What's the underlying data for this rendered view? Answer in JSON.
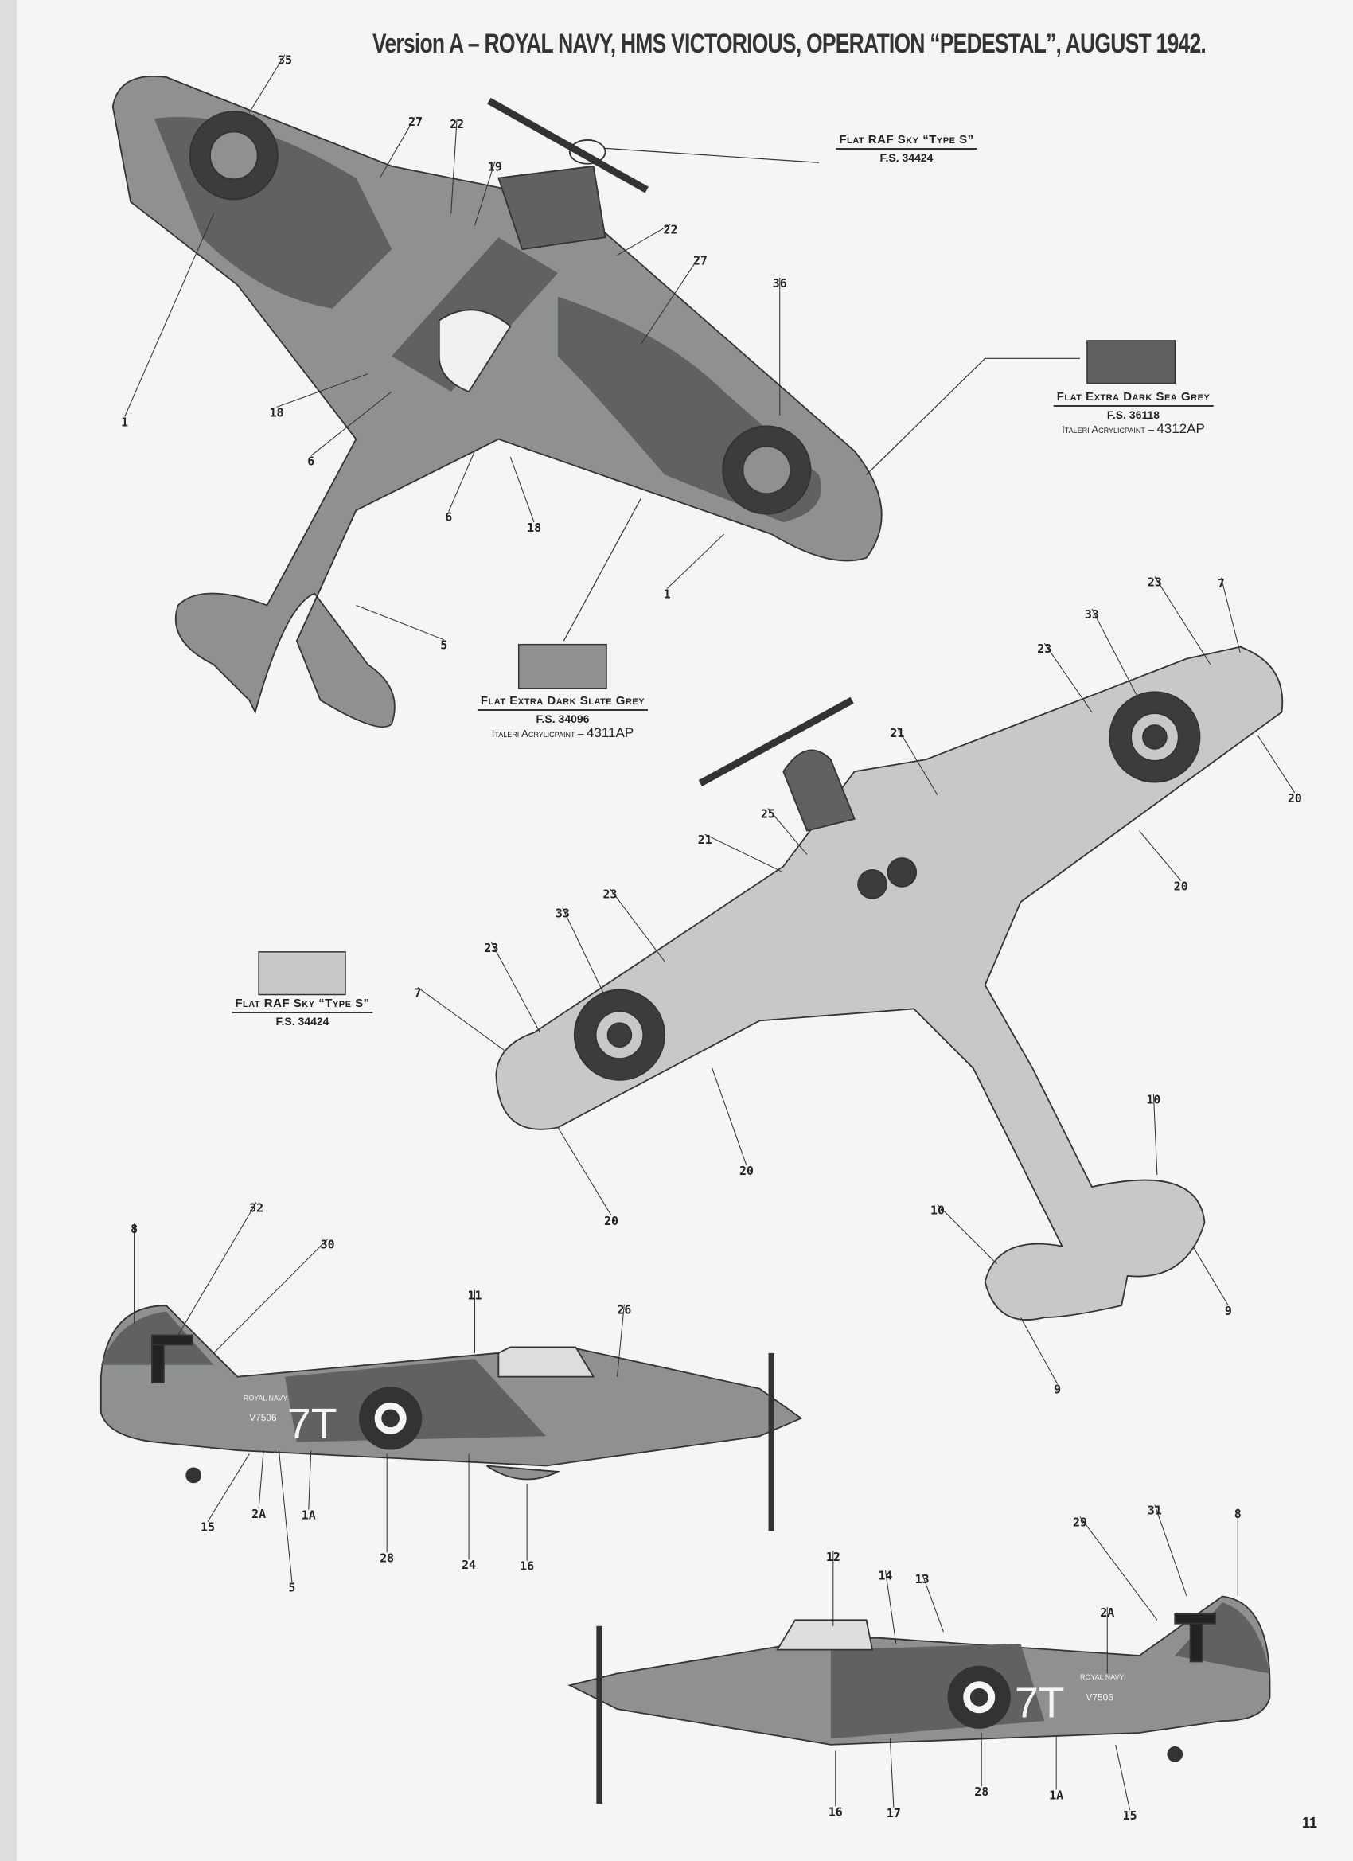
{
  "title": "Version A – ROYAL NAVY, HMS VICTORIOUS, OPERATION “PEDESTAL”, AUGUST 1942.",
  "colors": {
    "extra_dark_sea_grey": "#5f625f",
    "extra_dark_slate_grey": "#8e918e",
    "sky": "#c7c9c6",
    "paper": "#f5f5f3"
  },
  "swatches": [
    {
      "name": "Flat RAF Sky “Type S”",
      "fs": "F.S. 34424",
      "brand": "",
      "code": ""
    },
    {
      "name": "Flat Extra Dark Sea Grey",
      "fs": "F.S. 36118",
      "brand": "Italeri Acrylicpaint –",
      "code": "4312AP"
    },
    {
      "name": "Flat Extra Dark Slate Grey",
      "fs": "F.S. 34096",
      "brand": "Italeri Acrylicpaint –",
      "code": "4311AP"
    },
    {
      "name": "Flat RAF Sky “Type S”",
      "fs": "F.S. 34424",
      "brand": "",
      "code": ""
    }
  ],
  "markings": {
    "serial": "V7506",
    "code": "7T",
    "service": "ROYAL NAVY"
  },
  "callouts": [
    "35",
    "27",
    "22",
    "19",
    "22",
    "27",
    "36",
    "1",
    "18",
    "6",
    "6",
    "18",
    "1",
    "5",
    "23",
    "7",
    "33",
    "23",
    "21",
    "20",
    "25",
    "21",
    "20",
    "23",
    "33",
    "23",
    "7",
    "20",
    "20",
    "10",
    "10",
    "9",
    "9",
    "8",
    "32",
    "30",
    "11",
    "26",
    "15",
    "2A",
    "1A",
    "28",
    "24",
    "16",
    "5",
    "12",
    "14",
    "13",
    "29",
    "31",
    "8",
    "2A",
    "16",
    "17",
    "28",
    "1A",
    "15"
  ],
  "page_number": "11"
}
